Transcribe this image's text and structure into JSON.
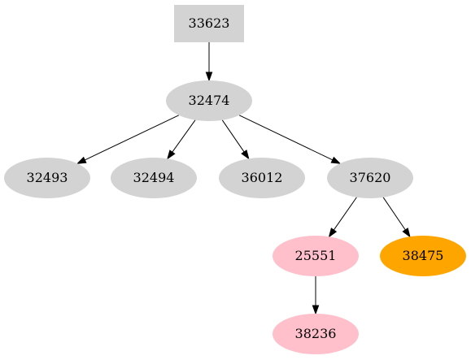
{
  "nodes": [
    {
      "id": "33623",
      "label": "33623",
      "shape": "box",
      "color": "#d3d3d3"
    },
    {
      "id": "32474",
      "label": "32474",
      "shape": "ellipse",
      "color": "#d3d3d3"
    },
    {
      "id": "32493",
      "label": "32493",
      "shape": "ellipse",
      "color": "#d3d3d3"
    },
    {
      "id": "32494",
      "label": "32494",
      "shape": "ellipse",
      "color": "#d3d3d3"
    },
    {
      "id": "36012",
      "label": "36012",
      "shape": "ellipse",
      "color": "#d3d3d3"
    },
    {
      "id": "37620",
      "label": "37620",
      "shape": "ellipse",
      "color": "#d3d3d3"
    },
    {
      "id": "25551",
      "label": "25551",
      "shape": "ellipse",
      "color": "#ffc0cb"
    },
    {
      "id": "38475",
      "label": "38475",
      "shape": "ellipse",
      "color": "#ffa500"
    },
    {
      "id": "38236",
      "label": "38236",
      "shape": "ellipse",
      "color": "#ffc0cb"
    }
  ],
  "edges": [
    {
      "from": "33623",
      "to": "32474"
    },
    {
      "from": "32474",
      "to": "32493"
    },
    {
      "from": "32474",
      "to": "32494"
    },
    {
      "from": "32474",
      "to": "36012"
    },
    {
      "from": "32474",
      "to": "37620"
    },
    {
      "from": "37620",
      "to": "25551"
    },
    {
      "from": "37620",
      "to": "38475"
    },
    {
      "from": "25551",
      "to": "38236"
    }
  ]
}
